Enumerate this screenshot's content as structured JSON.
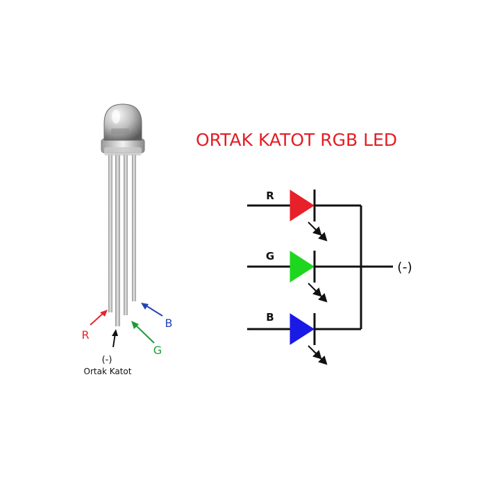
{
  "title": "ORTAK KATOT RGB LED",
  "colors": {
    "title": "#e31e24",
    "red": "#e8202a",
    "green": "#1fd61f",
    "blue": "#1a1ae6",
    "line": "#111111",
    "red_label": "#e2262b",
    "green_label": "#1a9c3a",
    "blue_label": "#2343b8"
  },
  "photo_labels": {
    "red": "R",
    "green": "G",
    "blue": "B",
    "cathode_symbol": "(-)",
    "cathode_name": "Ortak Katot"
  },
  "schematic": {
    "channels": [
      {
        "label": "R",
        "color_key": "red"
      },
      {
        "label": "G",
        "color_key": "green"
      },
      {
        "label": "B",
        "color_key": "blue"
      }
    ],
    "output_label": "(-)"
  }
}
